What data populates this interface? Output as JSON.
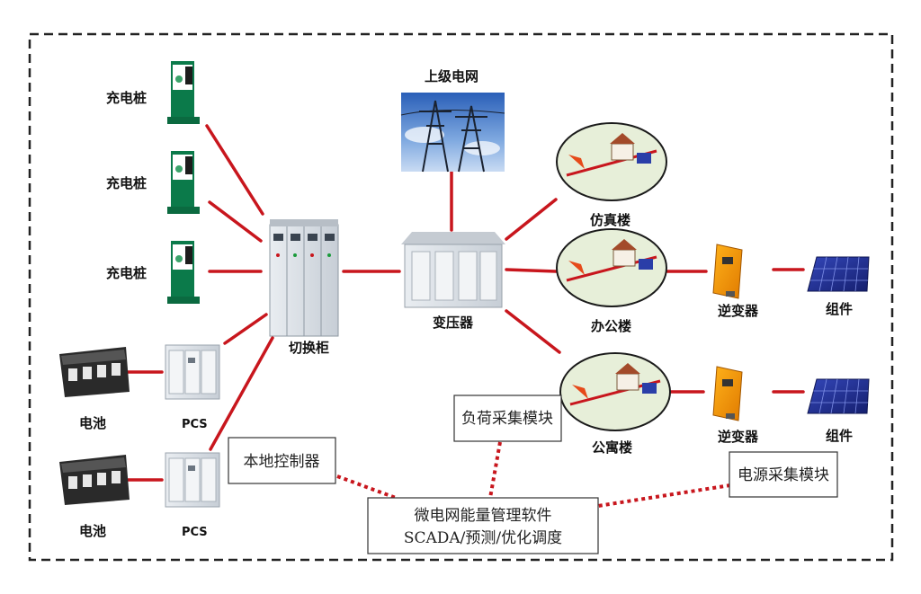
{
  "labels": {
    "charger": "充电桩",
    "battery": "电池",
    "pcs": "PCS",
    "switch_cabinet": "切换柜",
    "upper_grid": "上级电网",
    "transformer": "变压器",
    "sim_building": "仿真楼",
    "office_building": "办公楼",
    "apartment_building": "公寓楼",
    "inverter": "逆变器",
    "module": "组件"
  },
  "boxes": {
    "local_controller": "本地控制器",
    "load_collection": "负荷采集模块",
    "power_collection": "电源采集模块",
    "ems_line1": "微电网能量管理软件",
    "ems_line2": "SCADA/预测/优化调度"
  },
  "colors": {
    "power_line": "#c8161d",
    "comm_line": "#c8161d",
    "border": "#222222"
  }
}
